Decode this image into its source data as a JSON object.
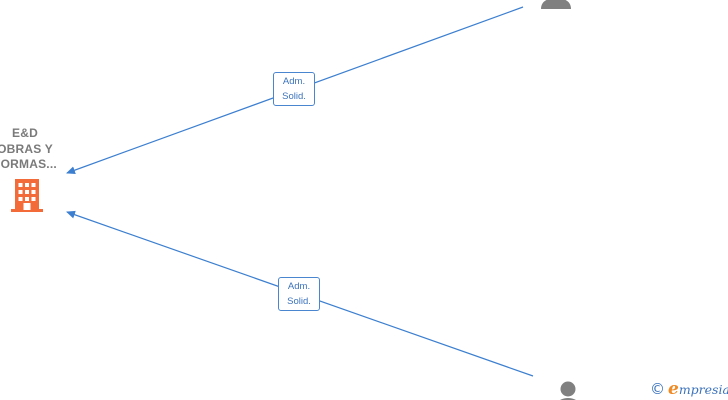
{
  "company": {
    "name_lines": [
      "E&D",
      "OBRAS Y",
      "FORMAS..."
    ],
    "icon": "building-icon",
    "icon_color": "#f26b38"
  },
  "relations": [
    {
      "role_lines": [
        "Adm.",
        "Solid."
      ],
      "from": "person-top",
      "to": "company"
    },
    {
      "role_lines": [
        "Adm.",
        "Solid."
      ],
      "from": "person-bottom",
      "to": "company"
    }
  ],
  "persons": [
    {
      "icon": "person-icon",
      "color": "#808080"
    },
    {
      "icon": "person-icon",
      "color": "#808080"
    }
  ],
  "edge_color": "#3c7fd0",
  "watermark": {
    "copyright": "©",
    "brand_initial": "e",
    "brand_rest": "mpresia"
  }
}
